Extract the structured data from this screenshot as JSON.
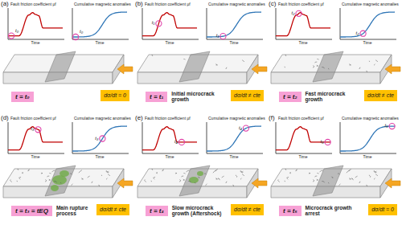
{
  "diagram": {
    "nodes": [
      {
        "text": [
          "t = t₀"
        ]
      },
      {
        "text": [
          "dσ/dt = 0"
        ]
      },
      {
        "text": [
          "t = t₁"
        ]
      },
      {
        "text": [
          "dσ/dt ≠ cte"
        ]
      },
      {
        "text": [
          "t = t₂"
        ]
      },
      {
        "text": [
          "dσ/dt ≠ cte"
        ]
      },
      {
        "text": [
          "t = t₃ = tEQ"
        ]
      },
      {
        "text": [
          "dσ/dt ≠ cte"
        ]
      },
      {
        "text": [
          "t = t₄"
        ]
      },
      {
        "text": [
          "dσ/dt ≠ cte"
        ]
      },
      {
        "text": [
          "t = t₅"
        ]
      },
      {
        "text": [
          "dσ/dt = 0"
        ]
      }
    ],
    "labels": [
      "(a)",
      "Fault friction coefficient μf",
      "Cumulative magnetic anomalies",
      "Time",
      "Time",
      "t₀",
      "t₀",
      "(b)",
      "Fault friction coefficient μf",
      "Cumulative magnetic anomalies",
      "Time",
      "Time",
      "t₁",
      "t₁",
      "Initial microcrack growth",
      "(c)",
      "Fault friction coefficient μf",
      "Cumulative magnetic anomalies",
      "Time",
      "Time",
      "t₂",
      "t₂",
      "Fast microcrack growth",
      "(d)",
      "Fault friction coefficient μf",
      "Cumulative magnetic anomalies",
      "Time",
      "Time",
      "t₃",
      "t₃",
      "Main rupture process",
      "(e)",
      "Fault friction coefficient μf",
      "Cumulative magnetic anomalies",
      "Time",
      "Time",
      "t₄",
      "t₄",
      "Slow microcrack growth (Aftershock)",
      "(f)",
      "Fault friction coefficient μf",
      "Cumulative magnetic anomalies",
      "Time",
      "Time",
      "t₅",
      "t₅",
      "Microcrack growth arrest"
    ]
  }
}
